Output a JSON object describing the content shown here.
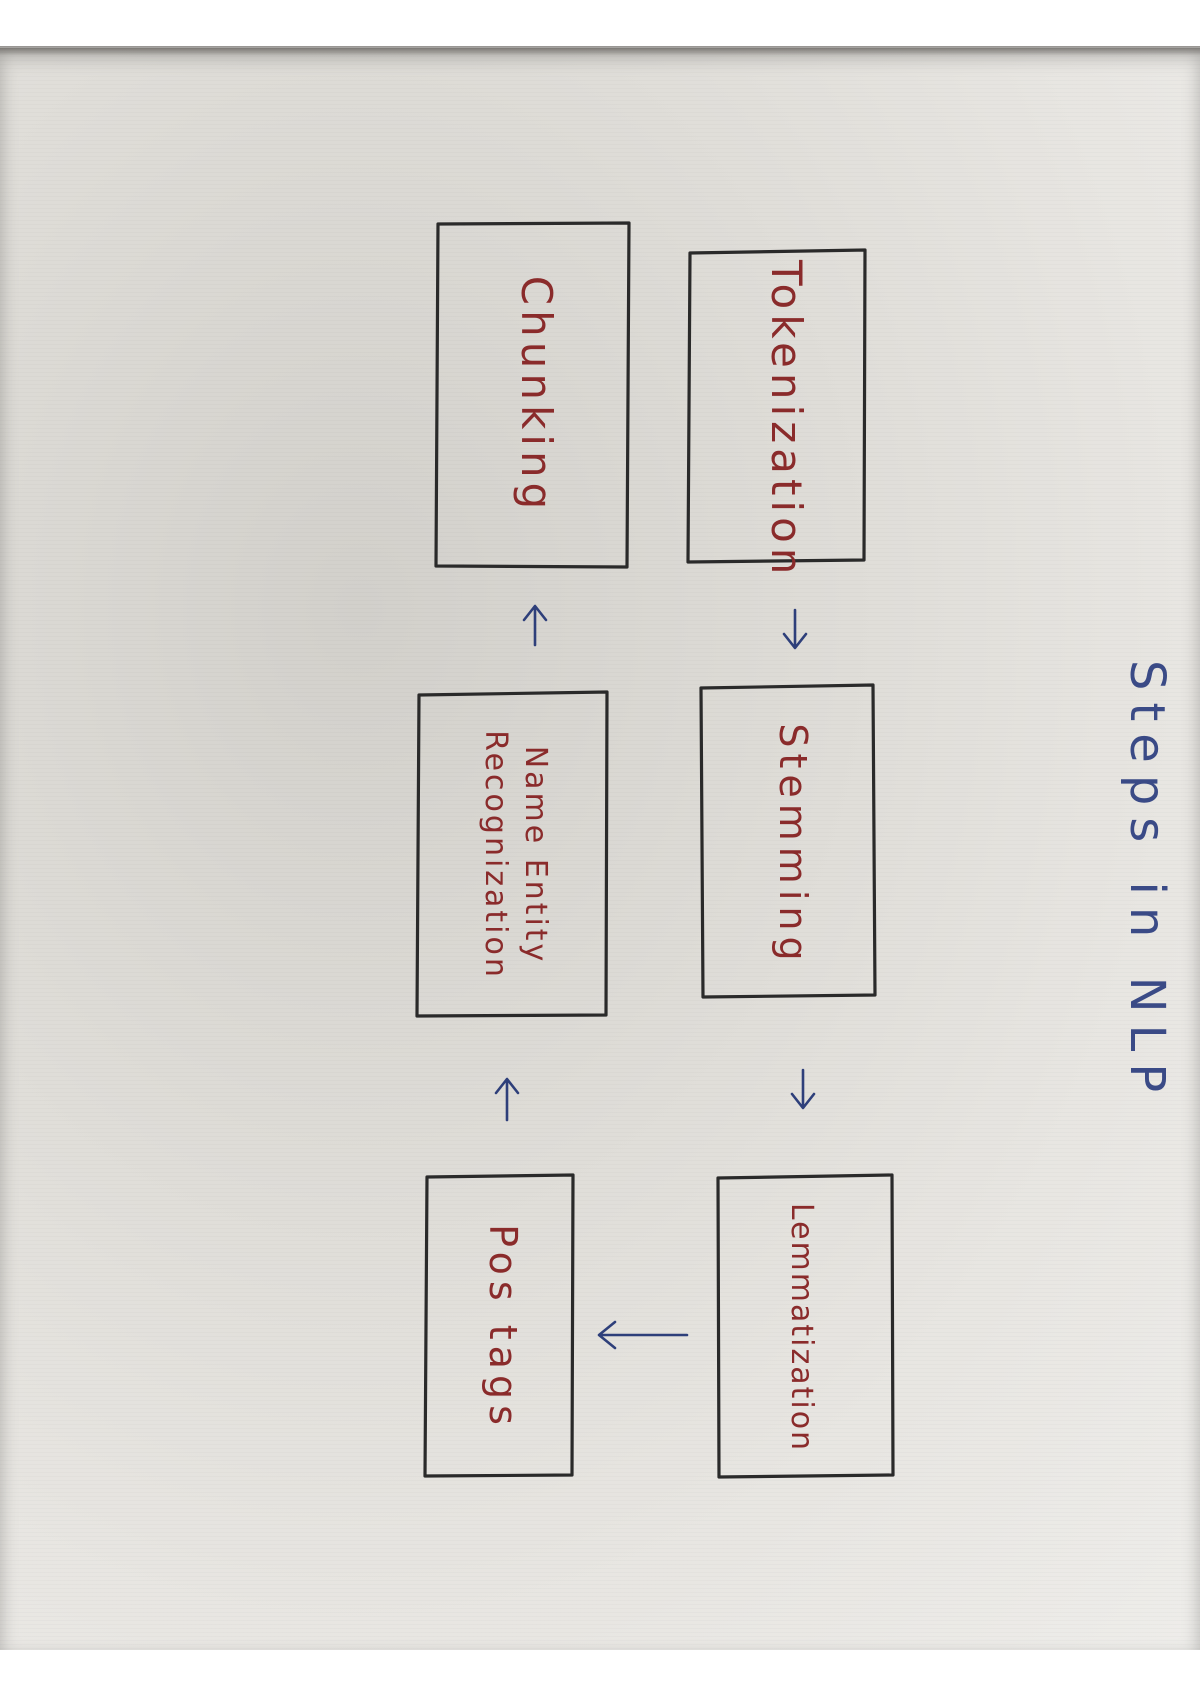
{
  "title": "Steps in NLP",
  "steps": [
    {
      "label": "Tokenization"
    },
    {
      "label": "Stemming"
    },
    {
      "label": "Lemmatization"
    },
    {
      "label": "Pos tags"
    },
    {
      "label": "Name Entity Recognization"
    },
    {
      "label": "Chunking"
    }
  ],
  "colors": {
    "title_ink": "#3a4a86",
    "label_ink": "#8a2b2b",
    "box_ink": "#2a2a2a",
    "arrow_ink": "#2e3f7a"
  }
}
